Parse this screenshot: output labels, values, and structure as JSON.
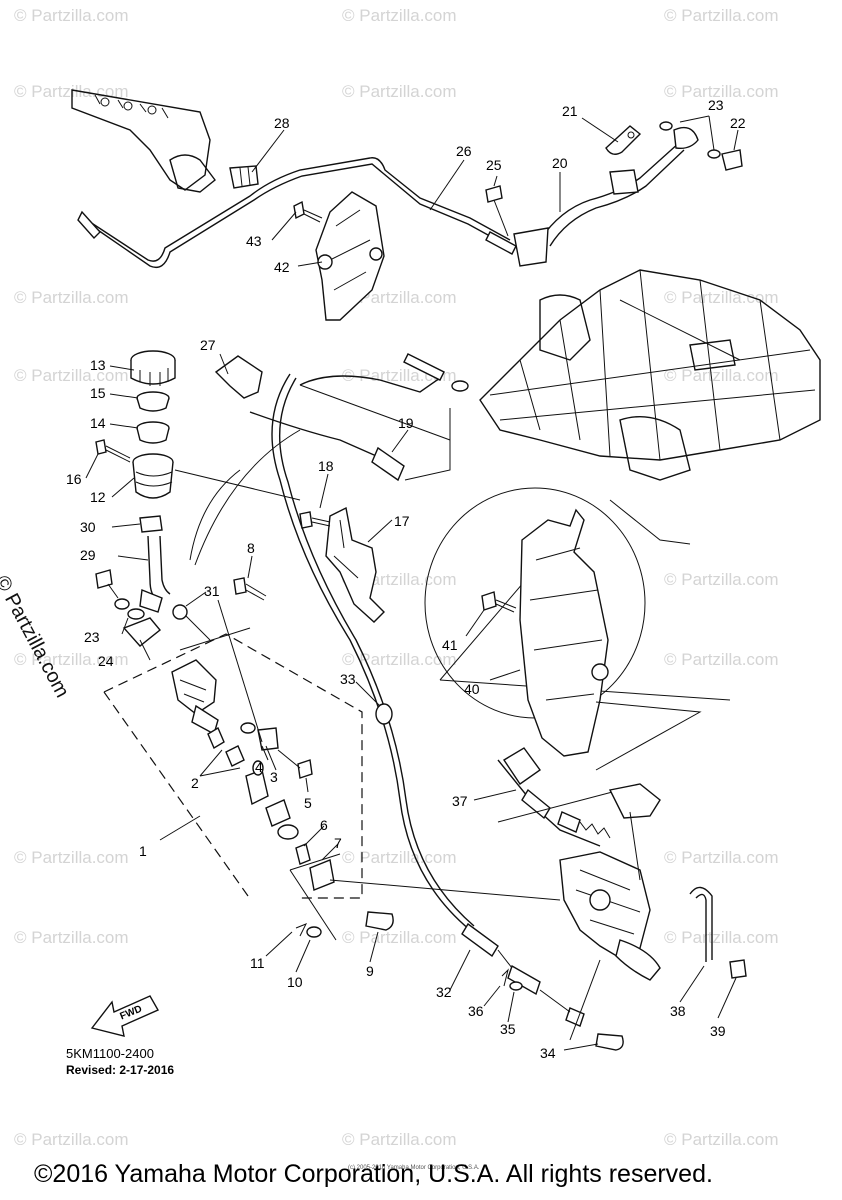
{
  "diagram": {
    "callouts": [
      {
        "id": "1",
        "label": "1"
      },
      {
        "id": "2",
        "label": "2"
      },
      {
        "id": "3",
        "label": "3"
      },
      {
        "id": "4",
        "label": "4"
      },
      {
        "id": "5",
        "label": "5"
      },
      {
        "id": "6",
        "label": "6"
      },
      {
        "id": "7",
        "label": "7"
      },
      {
        "id": "8",
        "label": "8"
      },
      {
        "id": "9",
        "label": "9"
      },
      {
        "id": "10",
        "label": "10"
      },
      {
        "id": "11",
        "label": "11"
      },
      {
        "id": "12",
        "label": "12"
      },
      {
        "id": "13",
        "label": "13"
      },
      {
        "id": "14",
        "label": "14"
      },
      {
        "id": "15",
        "label": "15"
      },
      {
        "id": "16",
        "label": "16"
      },
      {
        "id": "17",
        "label": "17"
      },
      {
        "id": "18",
        "label": "18"
      },
      {
        "id": "19",
        "label": "19"
      },
      {
        "id": "20",
        "label": "20"
      },
      {
        "id": "21",
        "label": "21"
      },
      {
        "id": "22",
        "label": "22"
      },
      {
        "id": "23a",
        "label": "23"
      },
      {
        "id": "23b",
        "label": "23"
      },
      {
        "id": "24",
        "label": "24"
      },
      {
        "id": "25",
        "label": "25"
      },
      {
        "id": "26",
        "label": "26"
      },
      {
        "id": "27",
        "label": "27"
      },
      {
        "id": "28",
        "label": "28"
      },
      {
        "id": "29",
        "label": "29"
      },
      {
        "id": "30",
        "label": "30"
      },
      {
        "id": "31",
        "label": "31"
      },
      {
        "id": "32",
        "label": "32"
      },
      {
        "id": "33",
        "label": "33"
      },
      {
        "id": "34",
        "label": "34"
      },
      {
        "id": "35",
        "label": "35"
      },
      {
        "id": "36",
        "label": "36"
      },
      {
        "id": "37",
        "label": "37"
      },
      {
        "id": "38",
        "label": "38"
      },
      {
        "id": "39",
        "label": "39"
      },
      {
        "id": "40",
        "label": "40"
      },
      {
        "id": "41",
        "label": "41"
      },
      {
        "id": "42",
        "label": "42"
      },
      {
        "id": "43",
        "label": "43"
      }
    ],
    "fwd_label": "FWD",
    "diagram_code": "5KM1100-2400",
    "revised": "Revised: 2-17-2016"
  },
  "watermark": {
    "text": "© Partzilla.com",
    "side_text": "© Partzilla.com",
    "color": "#d4d4d4"
  },
  "footer": {
    "copyright": "©2016 Yamaha Motor Corporation, U.S.A. All rights reserved.",
    "tiny": "(c) 2005-2016 Yamaha Motor Corporation, U.S.A."
  }
}
